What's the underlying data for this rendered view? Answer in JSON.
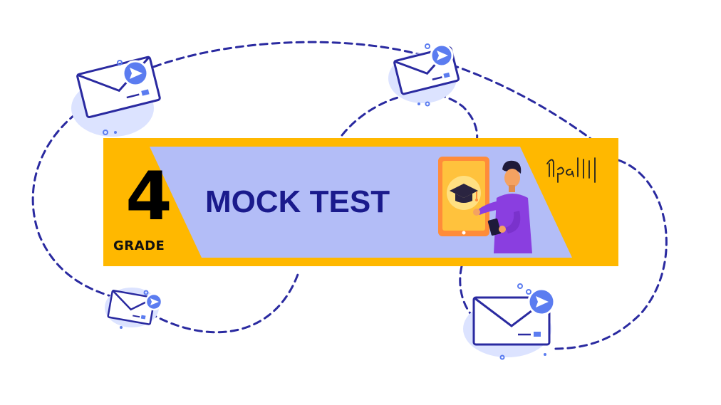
{
  "banner": {
    "grade_number": "4",
    "grade_label": "GRADE",
    "title": "MOCK TEST"
  },
  "decorations": {
    "envelope_icon": "envelope-send-icon",
    "tutor_icon": "tutor-tablet-icon",
    "graduation_cap_icon": "graduation-cap-icon",
    "brand_logo_icon": "handwritten-logo-icon"
  },
  "colors": {
    "banner_yellow": "#ffb800",
    "panel_periwinkle": "#b3bdf7",
    "title_navy": "#1a1a8c",
    "dash_navy": "#2a2aa0",
    "envelope_blue": "#3f5bd9",
    "envelope_shadow": "#dce3ff"
  }
}
